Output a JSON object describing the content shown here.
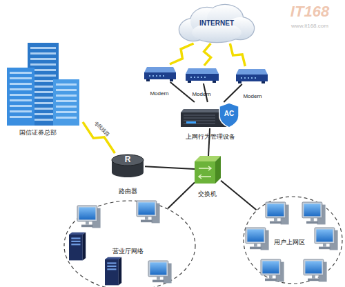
{
  "diagram": {
    "nodes": [
      {
        "text": [
          "INTERNET"
        ]
      },
      {
        "text": [
          "Modern"
        ]
      },
      {
        "text": [
          "Modern"
        ]
      },
      {
        "text": [
          "Modern"
        ]
      },
      {
        "text": [
          "AC",
          "上网行为管理设备"
        ]
      },
      {
        "text": [
          "国信证券总部"
        ]
      },
      {
        "text": [
          "R",
          "路由器"
        ]
      },
      {
        "text": [
          "交换机"
        ]
      },
      {
        "text": [
          "营业厅网络"
        ]
      },
      {
        "text": [
          "用户上网区"
        ]
      }
    ],
    "edges": [
      {
        "from": 0,
        "to": 1,
        "arrow": "none"
      },
      {
        "from": 0,
        "to": 2,
        "arrow": "none"
      },
      {
        "from": 0,
        "to": 3,
        "arrow": "none"
      },
      {
        "from": 1,
        "to": 4,
        "arrow": "none"
      },
      {
        "from": 2,
        "to": 4,
        "arrow": "none"
      },
      {
        "from": 3,
        "to": 4,
        "arrow": "none"
      },
      {
        "from": 4,
        "to": 7,
        "arrow": "none"
      },
      {
        "from": 5,
        "to": 6,
        "label": "专线线路",
        "arrow": "none"
      },
      {
        "from": 6,
        "to": 7,
        "arrow": "none"
      },
      {
        "from": 7,
        "to": 8,
        "arrow": "none"
      },
      {
        "from": 7,
        "to": 9,
        "arrow": "none"
      }
    ],
    "labels": [
      "IT168",
      "www.it168.com"
    ]
  }
}
